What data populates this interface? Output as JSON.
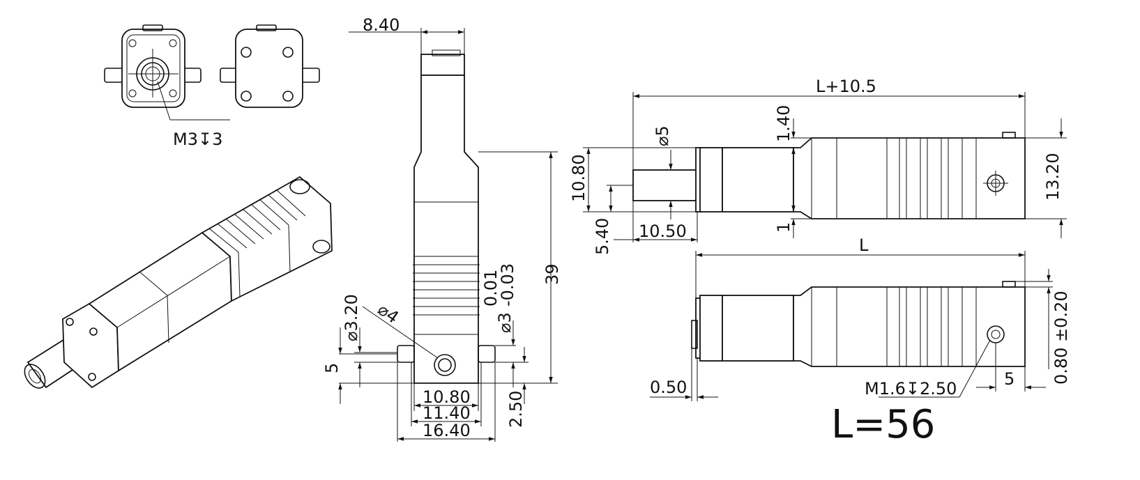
{
  "drawing": {
    "top_view": {
      "thread_callout": "M3↧3"
    },
    "front_view": {
      "top_width": "8.40",
      "height": "39",
      "hole_dia": "⌀4",
      "pin_dia": "⌀3.20",
      "pin_offset": "5",
      "tol_upper": "0.01",
      "tol_lower": "-0.03",
      "shaft_dia": "⌀3",
      "width_1": "10.80",
      "width_2": "11.40",
      "width_3": "16.40",
      "base_height": "2.50"
    },
    "side_view_top": {
      "overall_length": "L+10.5",
      "shaft_dia": "⌀5",
      "step": "1.40",
      "body_height": "10.80",
      "offset": "5.40",
      "shaft_length": "10.50",
      "thickness": "1",
      "total_height": "13.20"
    },
    "side_view_bottom": {
      "body_length": "L",
      "flange": "0.50",
      "thread_callout": "M1.6↧2.50",
      "hole_offset": "5",
      "pin_height": "0.80 ±0.20"
    },
    "length_note": "L=56"
  }
}
